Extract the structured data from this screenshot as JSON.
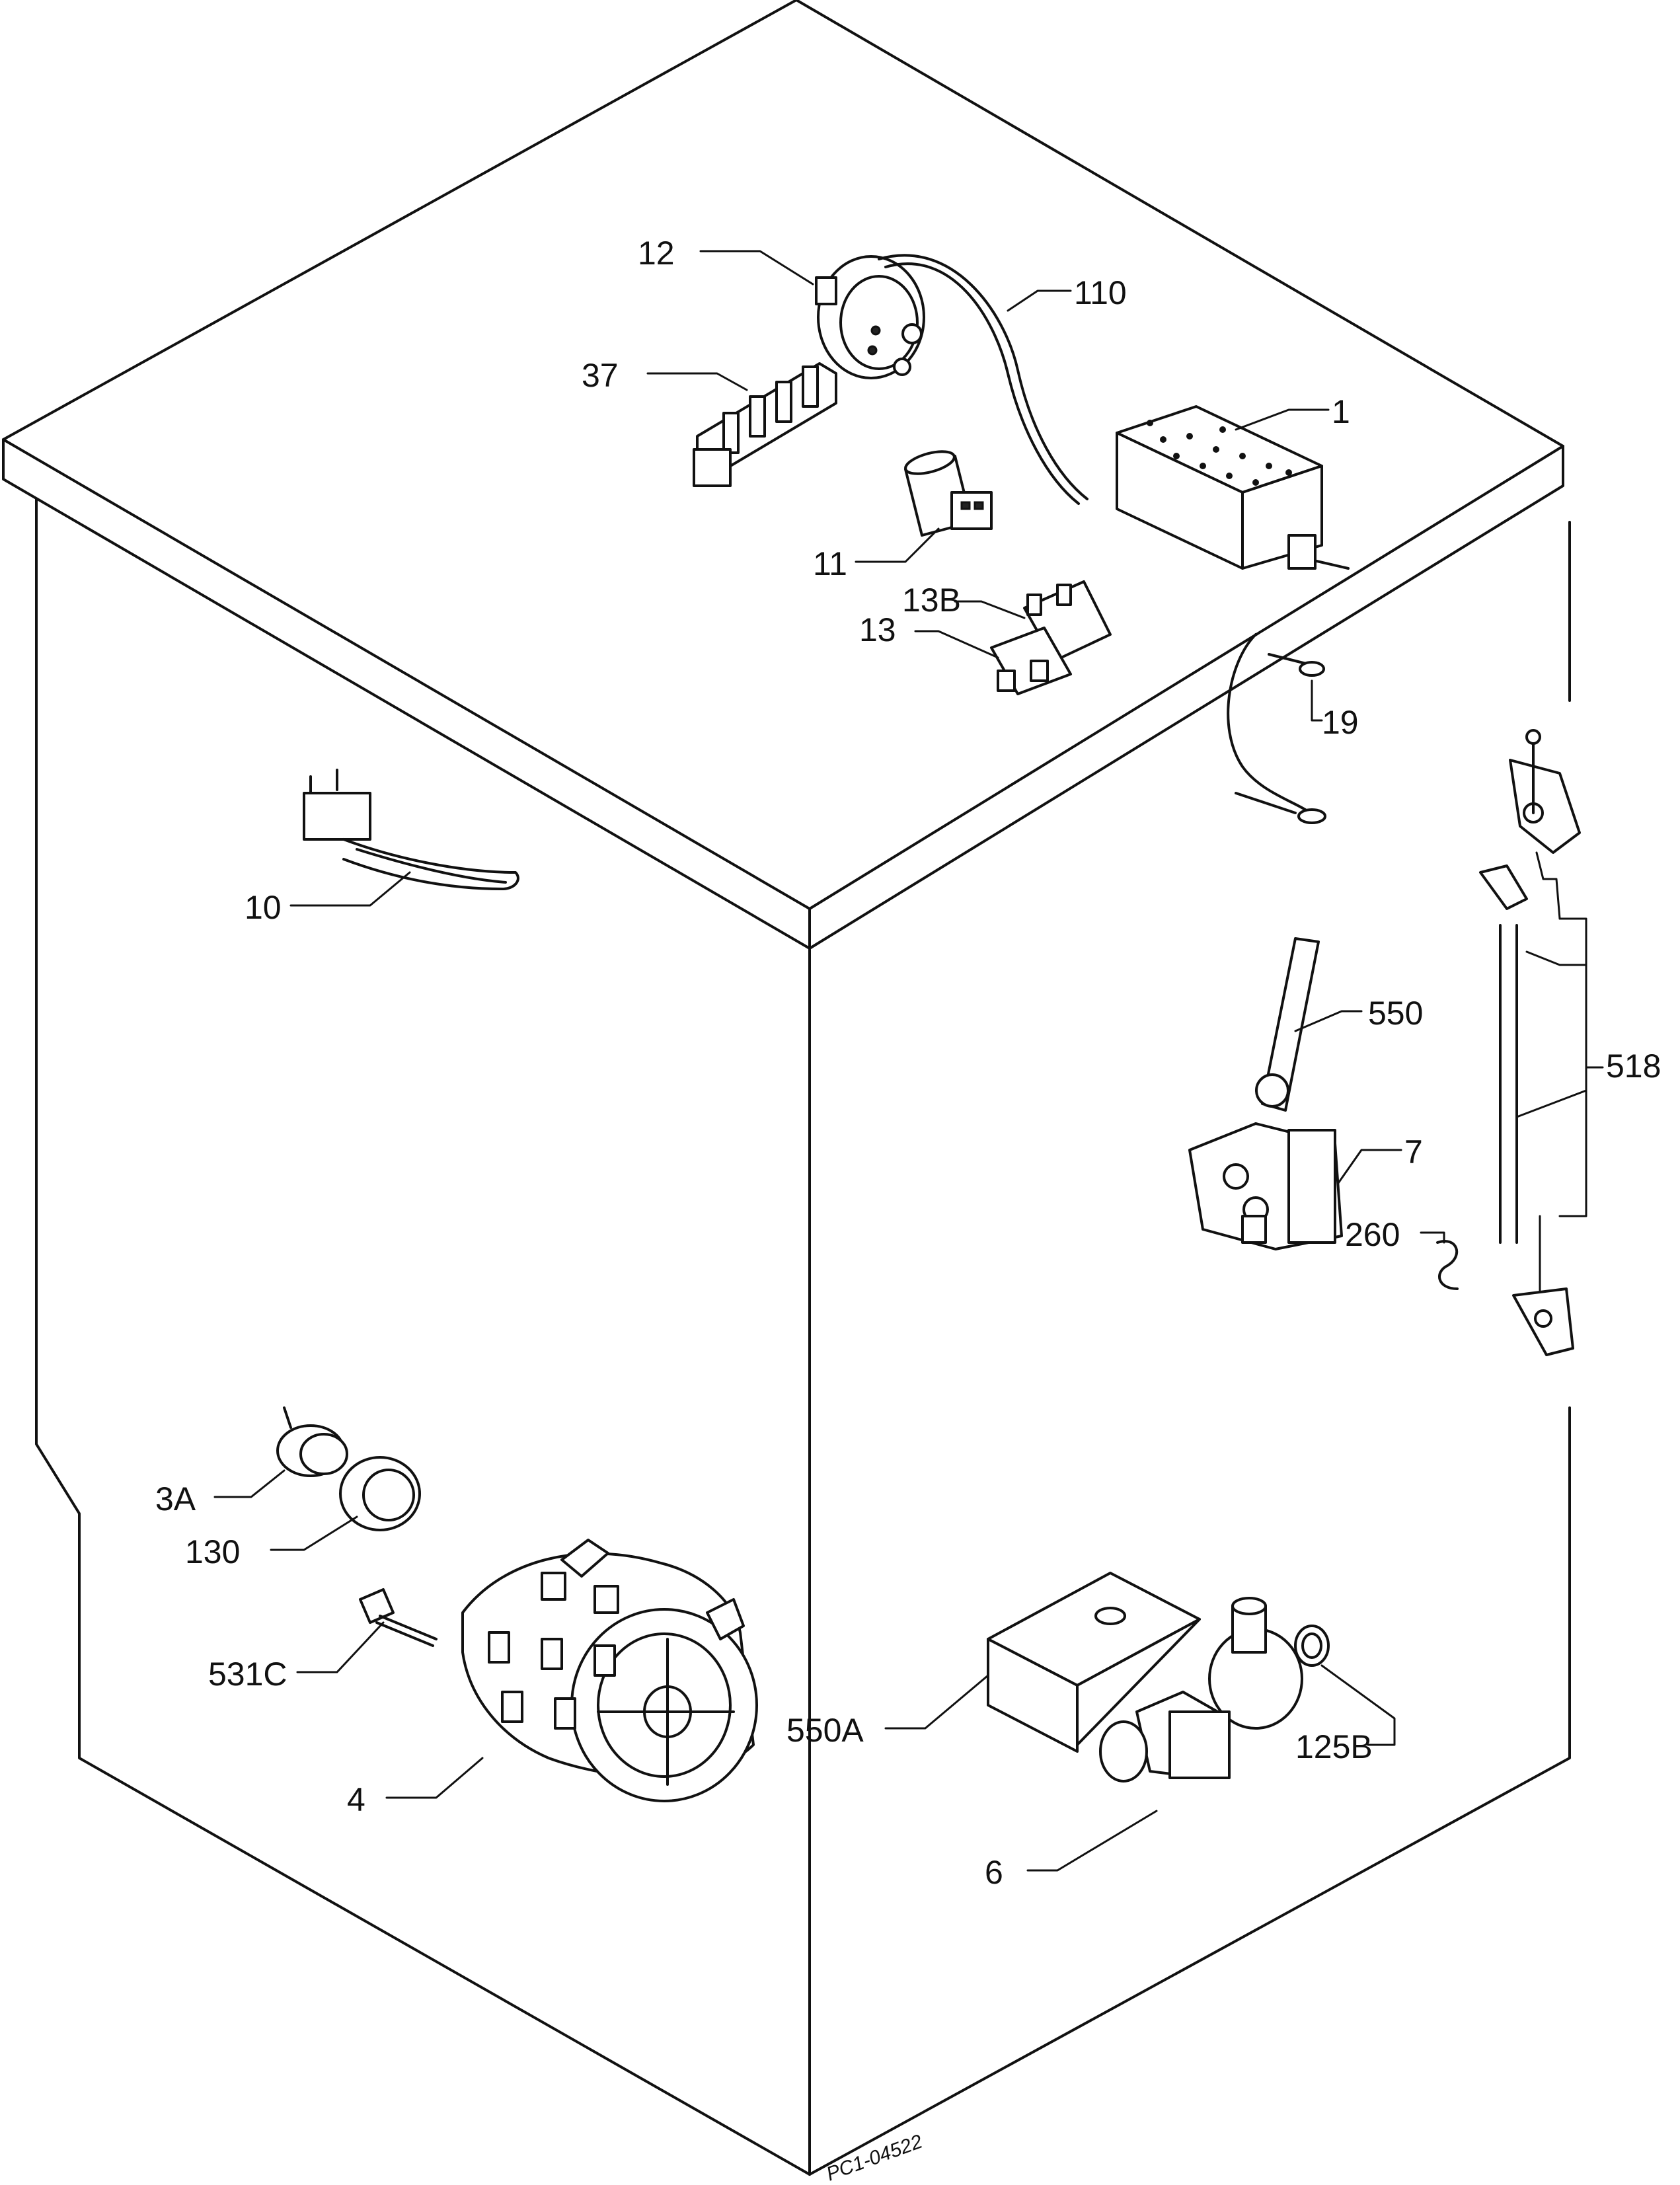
{
  "drawing_code": "PC1-04522",
  "labels": {
    "p12": "12",
    "p110": "110",
    "p37": "37",
    "p1": "1",
    "p11": "11",
    "p13b": "13B",
    "p13": "13",
    "p19": "19",
    "p10": "10",
    "p518": "518",
    "p550": "550",
    "p7": "7",
    "p260": "260",
    "p3a": "3A",
    "p130": "130",
    "p531c": "531C",
    "p4": "4",
    "p550a": "550A",
    "p125b": "125B",
    "p6": "6"
  }
}
